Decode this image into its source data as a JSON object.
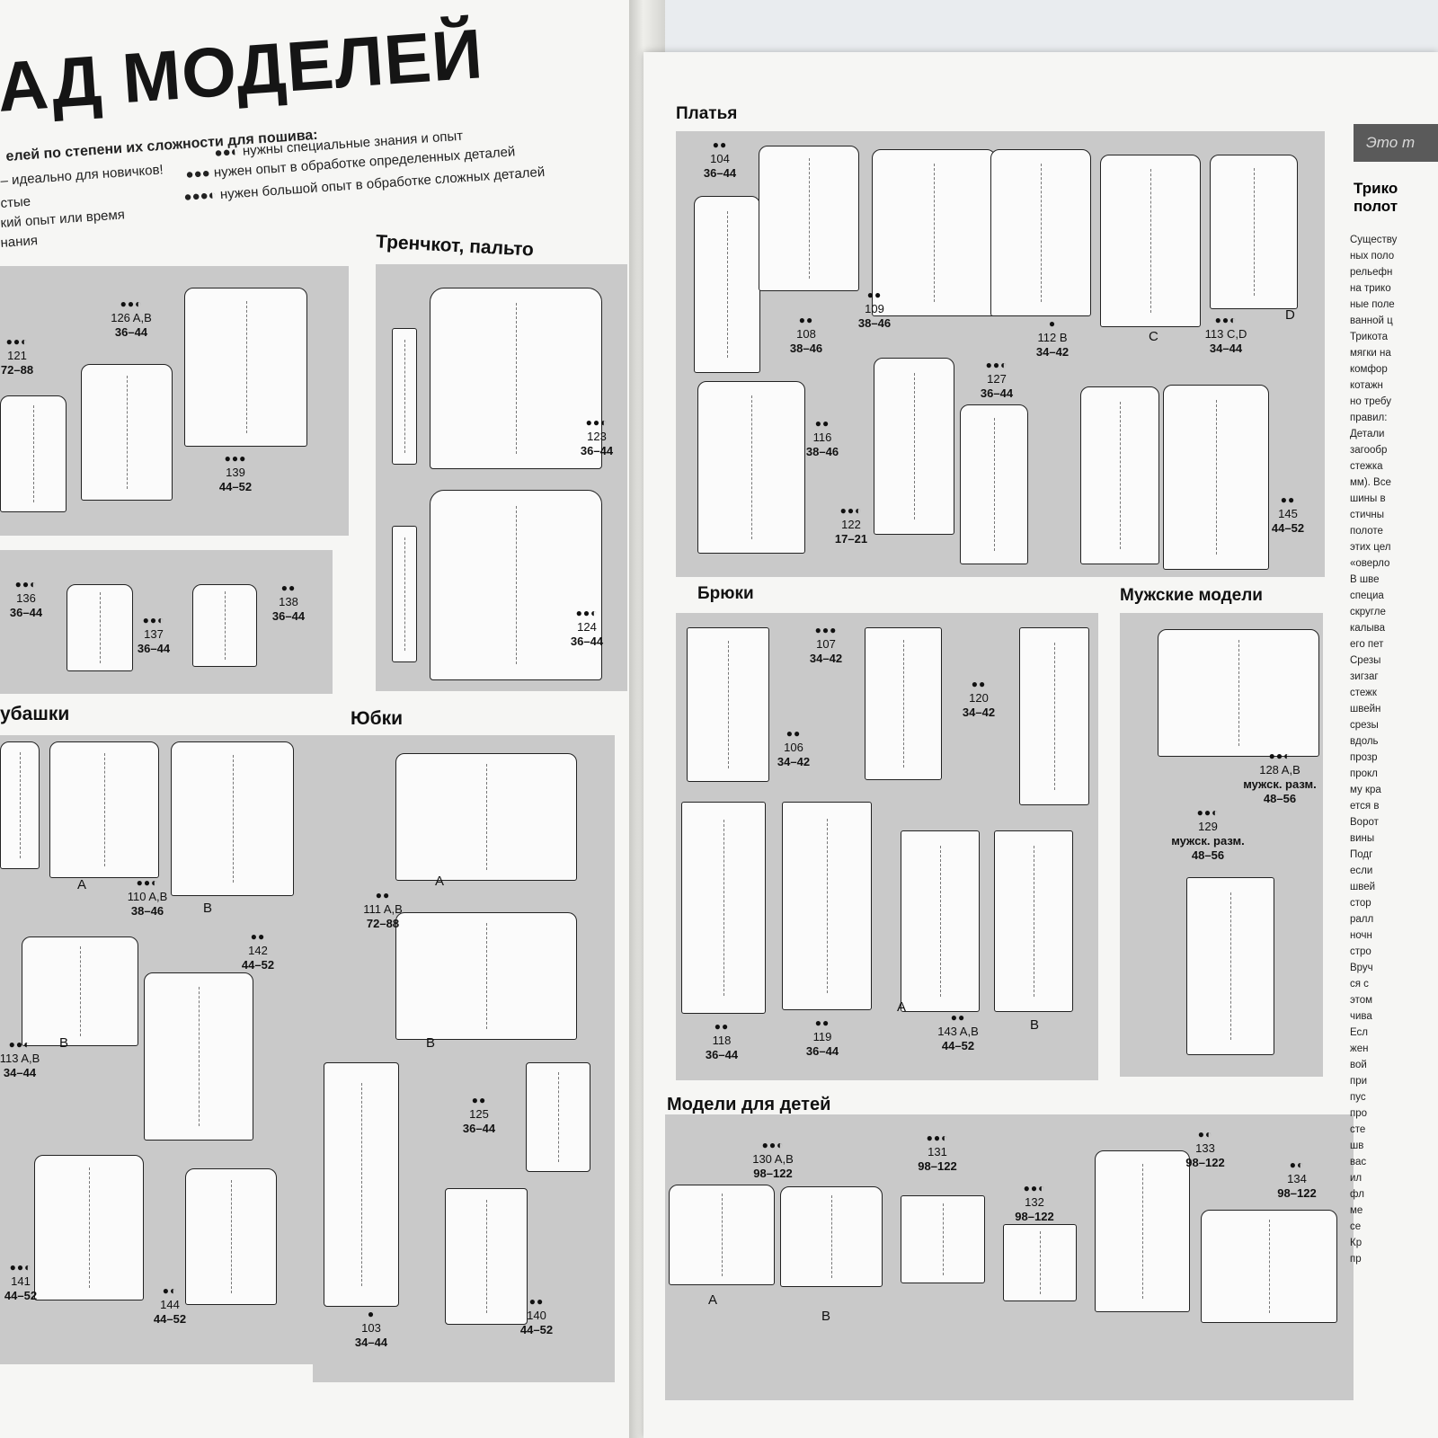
{
  "left_page": {
    "title": "АД МОДЕЛЕЙ",
    "legend": {
      "heading": "елей по степени их сложности для пошива:",
      "lines_left": [
        "– идеально для новичков!",
        "стые",
        "кий опыт или время",
        "нания"
      ],
      "lines_right": [
        {
          "dots": "●●◐",
          "text": "нужны специальные знания и опыт"
        },
        {
          "dots": "●●●",
          "text": "нужен опыт в обработке определенных деталей"
        },
        {
          "dots": "●●●◐",
          "text": "нужен большой опыт в обработке сложных деталей"
        }
      ]
    },
    "sections": {
      "coats": "Тренчкот, пальто",
      "shirts": "убашки",
      "skirts": "Юбки"
    },
    "models": [
      {
        "id": "121",
        "dots": "●●◐",
        "num": "121",
        "size": "72–88"
      },
      {
        "id": "126",
        "dots": "●●◐",
        "num": "126 A,B",
        "size": "36–44"
      },
      {
        "id": "139",
        "dots": "●●●",
        "num": "139",
        "size": "44–52"
      },
      {
        "id": "123",
        "dots": "●●◐",
        "num": "123",
        "size": "36–44"
      },
      {
        "id": "136",
        "dots": "●●◐",
        "num": "136",
        "size": "36–44"
      },
      {
        "id": "137",
        "dots": "●●◐",
        "num": "137",
        "size": "36–44"
      },
      {
        "id": "138",
        "dots": "●●",
        "num": "138",
        "size": "36–44"
      },
      {
        "id": "124",
        "dots": "●●◐",
        "num": "124",
        "size": "36–44"
      },
      {
        "id": "110",
        "dots": "●●◐",
        "num": "110 A,B",
        "size": "38–46"
      },
      {
        "id": "142",
        "dots": "●●",
        "num": "142",
        "size": "44–52"
      },
      {
        "id": "113",
        "dots": "●●◐",
        "num": "113 A,B",
        "size": "34–44"
      },
      {
        "id": "141",
        "dots": "●●◐",
        "num": "141",
        "size": "44–52"
      },
      {
        "id": "144",
        "dots": "●◐",
        "num": "144",
        "size": "44–52"
      },
      {
        "id": "111",
        "dots": "●●",
        "num": "111 A,B",
        "size": "72–88"
      },
      {
        "id": "125",
        "dots": "●●",
        "num": "125",
        "size": "36–44"
      },
      {
        "id": "103",
        "dots": "●",
        "num": "103",
        "size": "34–44"
      },
      {
        "id": "140",
        "dots": "●●",
        "num": "140",
        "size": "44–52"
      }
    ],
    "letters": {
      "a1": "A",
      "b1": "B",
      "b2": "B",
      "ska": "A",
      "skb": "B"
    }
  },
  "right_page": {
    "sections": {
      "dresses": "Платья",
      "pants": "Брюки",
      "mens": "Мужские модели",
      "kids": "Модели для детей"
    },
    "models": [
      {
        "id": "104",
        "dots": "●●",
        "num": "104",
        "size": "36–44"
      },
      {
        "id": "108",
        "dots": "●●",
        "num": "108",
        "size": "38–46"
      },
      {
        "id": "109",
        "dots": "●●",
        "num": "109",
        "size": "38–46"
      },
      {
        "id": "112",
        "dots": "●",
        "num": "112 B",
        "size": "34–42"
      },
      {
        "id": "113cd",
        "dots": "●●◐",
        "num": "113 C,D",
        "size": "34–44"
      },
      {
        "id": "116",
        "dots": "●●",
        "num": "116",
        "size": "38–46"
      },
      {
        "id": "127",
        "dots": "●●◐",
        "num": "127",
        "size": "36–44"
      },
      {
        "id": "122",
        "dots": "●●◐",
        "num": "122",
        "size": "17–21"
      },
      {
        "id": "145",
        "dots": "●●",
        "num": "145",
        "size": "44–52"
      },
      {
        "id": "107",
        "dots": "●●●",
        "num": "107",
        "size": "34–42"
      },
      {
        "id": "106",
        "dots": "●●",
        "num": "106",
        "size": "34–42"
      },
      {
        "id": "120",
        "dots": "●●",
        "num": "120",
        "size": "34–42"
      },
      {
        "id": "118",
        "dots": "●●",
        "num": "118",
        "size": "36–44"
      },
      {
        "id": "119",
        "dots": "●●",
        "num": "119",
        "size": "36–44"
      },
      {
        "id": "143",
        "dots": "●●",
        "num": "143 A,B",
        "size": "44–52"
      },
      {
        "id": "128",
        "dots": "●●◐",
        "num": "128 A,B",
        "size": "48–56",
        "mens": "мужск. разм."
      },
      {
        "id": "129",
        "dots": "●●◐",
        "num": "129",
        "size": "48–56",
        "mens": "мужск. разм."
      },
      {
        "id": "130",
        "dots": "●●◐",
        "num": "130 A,B",
        "size": "98–122"
      },
      {
        "id": "131",
        "dots": "●●◐",
        "num": "131",
        "size": "98–122"
      },
      {
        "id": "132",
        "dots": "●●◐",
        "num": "132",
        "size": "98–122"
      },
      {
        "id": "133",
        "dots": "●◐",
        "num": "133",
        "size": "98–122"
      },
      {
        "id": "134",
        "dots": "●◐",
        "num": "134",
        "size": "98–122"
      }
    ],
    "letters": {
      "c": "C",
      "d": "D",
      "pa": "A",
      "pb": "B",
      "ka": "A",
      "kb": "B"
    },
    "sidebar": {
      "tab": "Это т",
      "heading_1": "Трико",
      "heading_2": "полот",
      "body_lines": [
        "Существу",
        "ных поло",
        "рельефн",
        "на трико",
        "ные поле",
        "ванной ц",
        "Трикота",
        "мягки на",
        "комфор",
        "котажн",
        "но требу",
        "правил:",
        "Детали",
        "загообр",
        "стежка",
        "мм). Все",
        "шины в",
        "стичны",
        "полоте",
        "этих цел",
        "«оверло",
        "В шве",
        "специа",
        "скругле",
        "калыва",
        "его пет",
        "Срезы",
        "зигзаг",
        "стежк",
        "швейн",
        "срезы",
        "вдоль",
        "прозр",
        "прокл",
        "му кра",
        "ется в",
        "Ворот",
        "вины",
        "Подг",
        "если",
        "швей",
        "стор",
        "ралл",
        "ночн",
        "стро",
        "Вруч",
        "ся с",
        "этом",
        "чива",
        "Есл",
        "жен",
        "вой",
        "при",
        "пус",
        "про",
        "сте",
        "шв",
        "вас",
        "ил",
        "фл",
        "ме",
        "се",
        "Кр",
        "пр"
      ]
    }
  }
}
